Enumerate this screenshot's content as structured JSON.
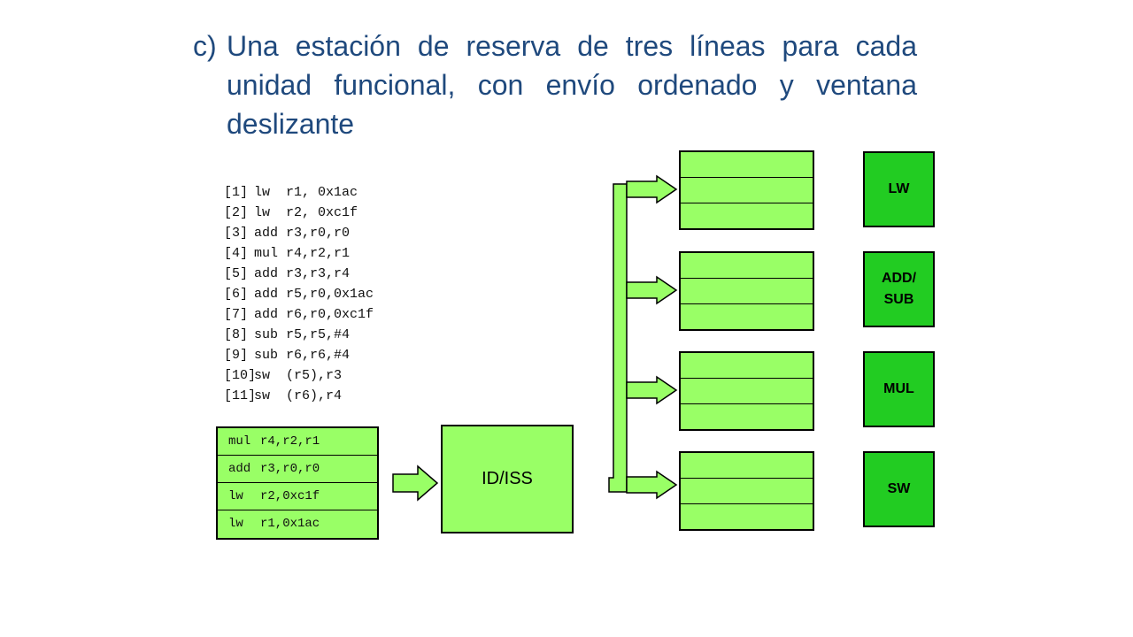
{
  "title": {
    "label": "c)",
    "text": "Una estación de reserva de tres líneas para cada unidad funcional, con envío ordenado y ventana deslizante"
  },
  "program": [
    {
      "idx": "[1]",
      "op": "lw",
      "args": "r1, 0x1ac"
    },
    {
      "idx": "[2]",
      "op": "lw",
      "args": "r2, 0xc1f"
    },
    {
      "idx": "[3]",
      "op": "add",
      "args": "r3,r0,r0"
    },
    {
      "idx": "[4]",
      "op": "mul",
      "args": "r4,r2,r1"
    },
    {
      "idx": "[5]",
      "op": "add",
      "args": "r3,r3,r4"
    },
    {
      "idx": "[6]",
      "op": "add",
      "args": "r5,r0,0x1ac"
    },
    {
      "idx": "[7]",
      "op": "add",
      "args": "r6,r0,0xc1f"
    },
    {
      "idx": "[8]",
      "op": "sub",
      "args": "r5,r5,#4"
    },
    {
      "idx": "[9]",
      "op": "sub",
      "args": "r6,r6,#4"
    },
    {
      "idx": "[10]",
      "op": "sw",
      "args": "(r5),r3"
    },
    {
      "idx": "[11]",
      "op": "sw",
      "args": "(r6),r4"
    }
  ],
  "queue": [
    {
      "op": "mul",
      "args": "r4,r2,r1"
    },
    {
      "op": "add",
      "args": "r3,r0,r0"
    },
    {
      "op": "lw",
      "args": "r2,0xc1f"
    },
    {
      "op": "lw",
      "args": "r1,0x1ac"
    }
  ],
  "issue_stage": {
    "label": "ID/ISS"
  },
  "stations": [
    {
      "id": "lw",
      "lines": [
        "",
        "",
        ""
      ]
    },
    {
      "id": "addsub",
      "lines": [
        "",
        "",
        ""
      ]
    },
    {
      "id": "mul",
      "lines": [
        "",
        "",
        ""
      ]
    },
    {
      "id": "sw",
      "lines": [
        "",
        "",
        ""
      ]
    }
  ],
  "units": [
    {
      "id": "lw",
      "label": "LW"
    },
    {
      "id": "addsub",
      "label": "ADD/\nSUB"
    },
    {
      "id": "mul",
      "label": "MUL"
    },
    {
      "id": "sw",
      "label": "SW"
    }
  ],
  "colors": {
    "title": "#1f497d",
    "light_green": "#99ff66",
    "unit_green": "#22cc22",
    "outline": "#000000"
  }
}
